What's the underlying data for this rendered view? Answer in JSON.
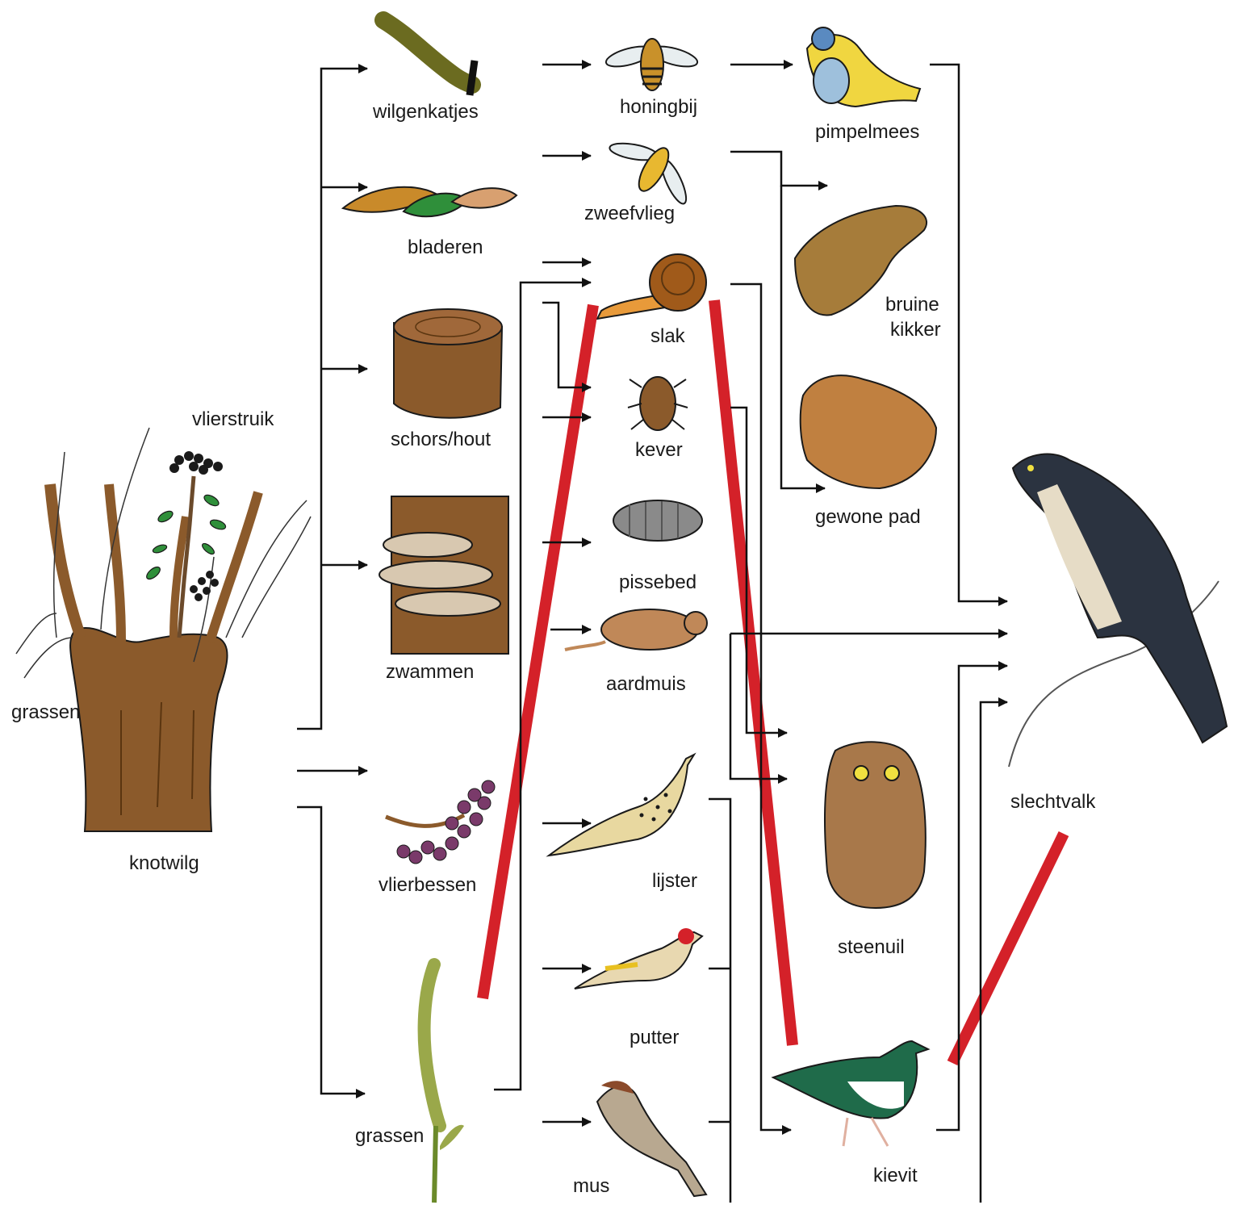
{
  "colors": {
    "line": "#111111",
    "red_cross": "#d42129",
    "wood": "#8b5a2b",
    "leaf_green": "#2f8f3a",
    "berry": "#7a3a6a",
    "bird_dark": "#2b3340"
  },
  "organisms": {
    "knotwilg": "knotwilg",
    "vlierstruik": "vlierstruik",
    "grassen_left": "grassen",
    "wilgenkatjes": "wilgenkatjes",
    "bladeren": "bladeren",
    "schors_hout": "schors/hout",
    "zwammen": "zwammen",
    "vlierbessen": "vlierbessen",
    "grassen": "grassen",
    "honingbij": "honingbij",
    "zweefvlieg": "zweefvlieg",
    "slak": "slak",
    "kever": "kever",
    "pissebed": "pissebed",
    "aardmuis": "aardmuis",
    "lijster": "lijster",
    "putter": "putter",
    "mus": "mus",
    "pimpelmees": "pimpelmees",
    "bruine_kikker_1": "bruine",
    "bruine_kikker_2": "kikker",
    "gewone_pad": "gewone pad",
    "steenuil": "steenuil",
    "kievit": "kievit",
    "slechtvalk": "slechtvalk"
  },
  "icons": {
    "knotwilg": "pollard-willow-icon",
    "honingbij": "honeybee-icon",
    "slak": "snail-icon",
    "slechtvalk": "falcon-icon"
  }
}
